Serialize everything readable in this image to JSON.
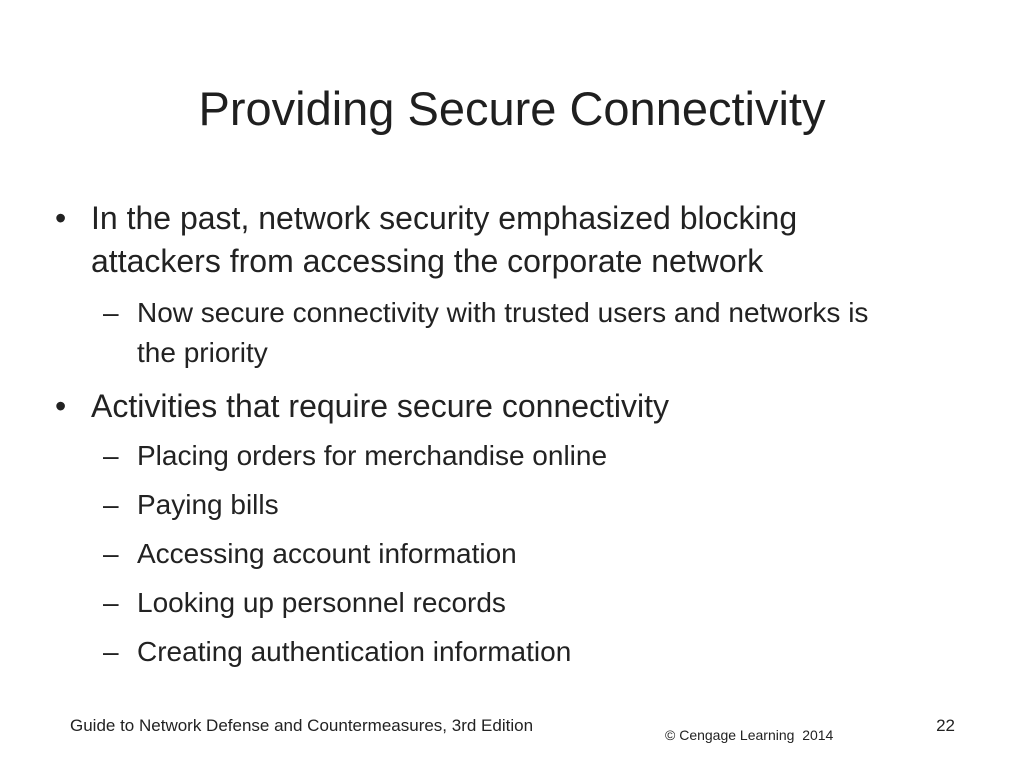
{
  "slide": {
    "title": "Providing Secure Connectivity",
    "bullets": [
      {
        "marker": "•",
        "text": "In the past, network security emphasized blocking attackers from accessing the corporate network",
        "subitems": [
          {
            "marker": "–",
            "text": "Now secure connectivity with trusted users and networks is the priority"
          }
        ]
      },
      {
        "marker": "•",
        "text": "Activities that require secure connectivity",
        "subitems": [
          {
            "marker": "–",
            "text": "Placing orders for merchandise online"
          },
          {
            "marker": "–",
            "text": "Paying bills"
          },
          {
            "marker": "–",
            "text": "Accessing account information"
          },
          {
            "marker": "–",
            "text": "Looking up personnel records"
          },
          {
            "marker": "–",
            "text": "Creating authentication information"
          }
        ]
      }
    ]
  },
  "footer": {
    "book_title": "Guide to Network Defense and Countermeasures, 3rd Edition",
    "copyright": "© Cengage Learning  2014",
    "page_number": "22"
  }
}
